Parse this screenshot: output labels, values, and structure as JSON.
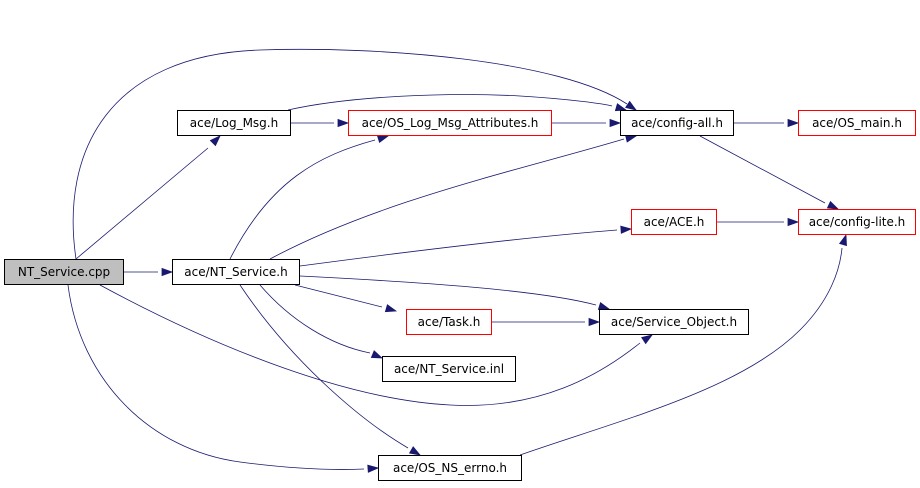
{
  "diagram": {
    "edge_color": "#191970",
    "nodes": {
      "nt_service_cpp": {
        "label": "NT_Service.cpp",
        "fill": "#bfbfbf",
        "border": "#000000"
      },
      "log_msg": {
        "label": "ace/Log_Msg.h",
        "border": "#000000"
      },
      "os_log_msg_attributes": {
        "label": "ace/OS_Log_Msg_Attributes.h",
        "border": "#ff0000"
      },
      "config_all": {
        "label": "ace/config-all.h",
        "border": "#000000"
      },
      "os_main": {
        "label": "ace/OS_main.h",
        "border": "#ff0000"
      },
      "nt_service_h": {
        "label": "ace/NT_Service.h",
        "border": "#000000"
      },
      "ace_h": {
        "label": "ace/ACE.h",
        "border": "#ff0000"
      },
      "config_lite": {
        "label": "ace/config-lite.h",
        "border": "#ff0000"
      },
      "task": {
        "label": "ace/Task.h",
        "border": "#ff0000"
      },
      "service_object": {
        "label": "ace/Service_Object.h",
        "border": "#000000"
      },
      "nt_service_inl": {
        "label": "ace/NT_Service.inl",
        "border": "#000000"
      },
      "os_ns_errno": {
        "label": "ace/OS_NS_errno.h",
        "border": "#000000"
      }
    },
    "edges": [
      {
        "from": "NT_Service.cpp",
        "to": "ace/Log_Msg.h"
      },
      {
        "from": "NT_Service.cpp",
        "to": "ace/config-all.h"
      },
      {
        "from": "NT_Service.cpp",
        "to": "ace/NT_Service.h"
      },
      {
        "from": "NT_Service.cpp",
        "to": "ace/Service_Object.h"
      },
      {
        "from": "NT_Service.cpp",
        "to": "ace/OS_NS_errno.h"
      },
      {
        "from": "ace/Log_Msg.h",
        "to": "ace/OS_Log_Msg_Attributes.h"
      },
      {
        "from": "ace/Log_Msg.h",
        "to": "ace/config-all.h"
      },
      {
        "from": "ace/OS_Log_Msg_Attributes.h",
        "to": "ace/config-all.h"
      },
      {
        "from": "ace/config-all.h",
        "to": "ace/OS_main.h"
      },
      {
        "from": "ace/config-all.h",
        "to": "ace/config-lite.h"
      },
      {
        "from": "ace/NT_Service.h",
        "to": "ace/OS_Log_Msg_Attributes.h"
      },
      {
        "from": "ace/NT_Service.h",
        "to": "ace/config-all.h"
      },
      {
        "from": "ace/NT_Service.h",
        "to": "ace/ACE.h"
      },
      {
        "from": "ace/NT_Service.h",
        "to": "ace/Service_Object.h"
      },
      {
        "from": "ace/NT_Service.h",
        "to": "ace/Task.h"
      },
      {
        "from": "ace/NT_Service.h",
        "to": "ace/NT_Service.inl"
      },
      {
        "from": "ace/NT_Service.h",
        "to": "ace/OS_NS_errno.h"
      },
      {
        "from": "ace/ACE.h",
        "to": "ace/config-lite.h"
      },
      {
        "from": "ace/Task.h",
        "to": "ace/Service_Object.h"
      },
      {
        "from": "ace/OS_NS_errno.h",
        "to": "ace/config-lite.h"
      }
    ]
  }
}
